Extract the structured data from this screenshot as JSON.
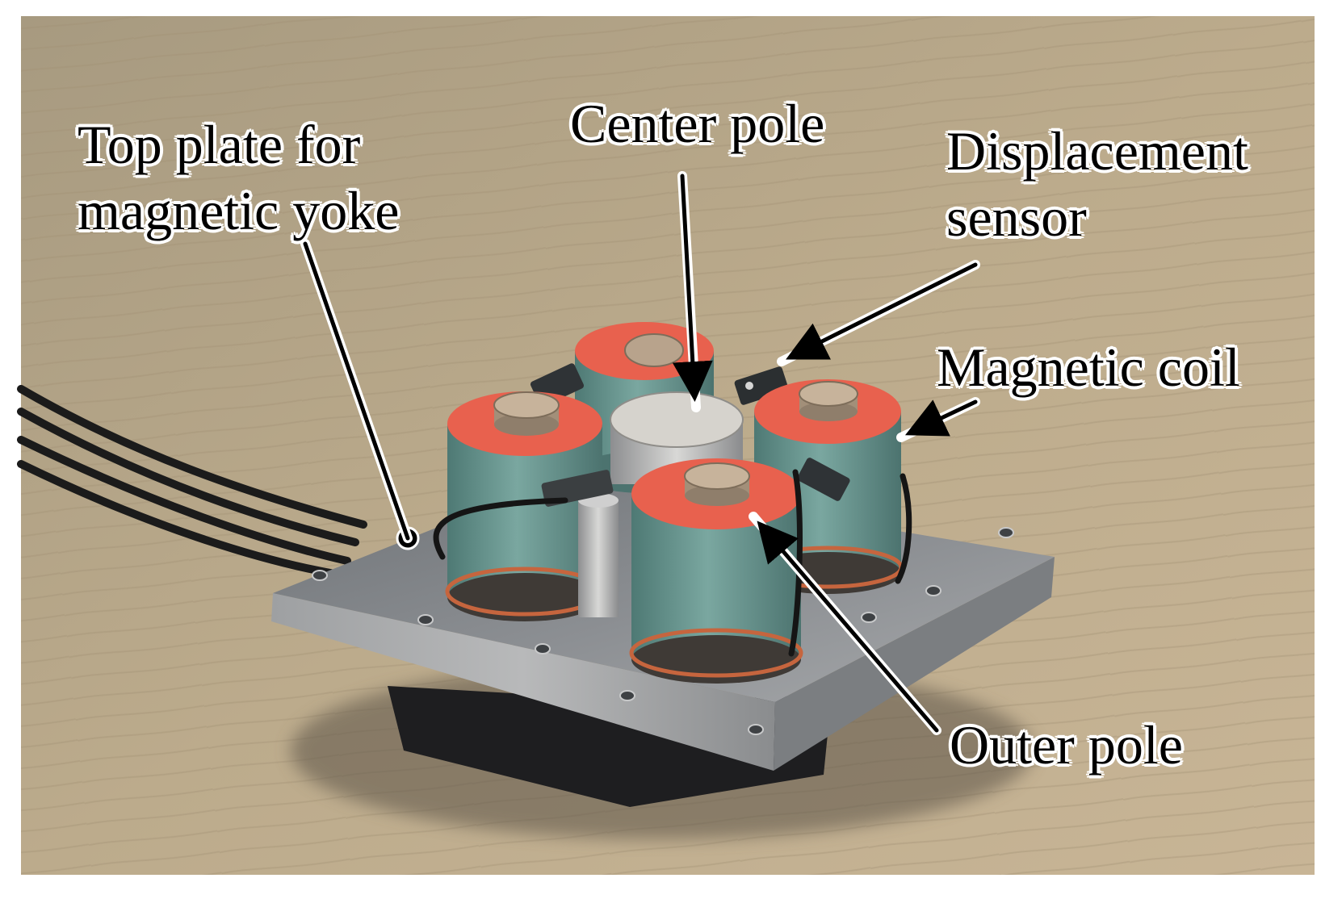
{
  "figure": {
    "labels": {
      "top_plate_line1": "Top plate for",
      "top_plate_line2": "magnetic yoke",
      "center_pole": "Center pole",
      "displacement_line1": "Displacement",
      "displacement_line2": "sensor",
      "magnetic_coil": "Magnetic coil",
      "outer_pole": "Outer pole"
    },
    "colors": {
      "table": "#b9a888",
      "plate": "#8e9094",
      "coil": "#5f8f89",
      "coil_ring": "#e8614e",
      "pole_cap": "#b8a38c",
      "center_pole": "#c9c6c0",
      "cable": "#1b1b1b"
    }
  }
}
